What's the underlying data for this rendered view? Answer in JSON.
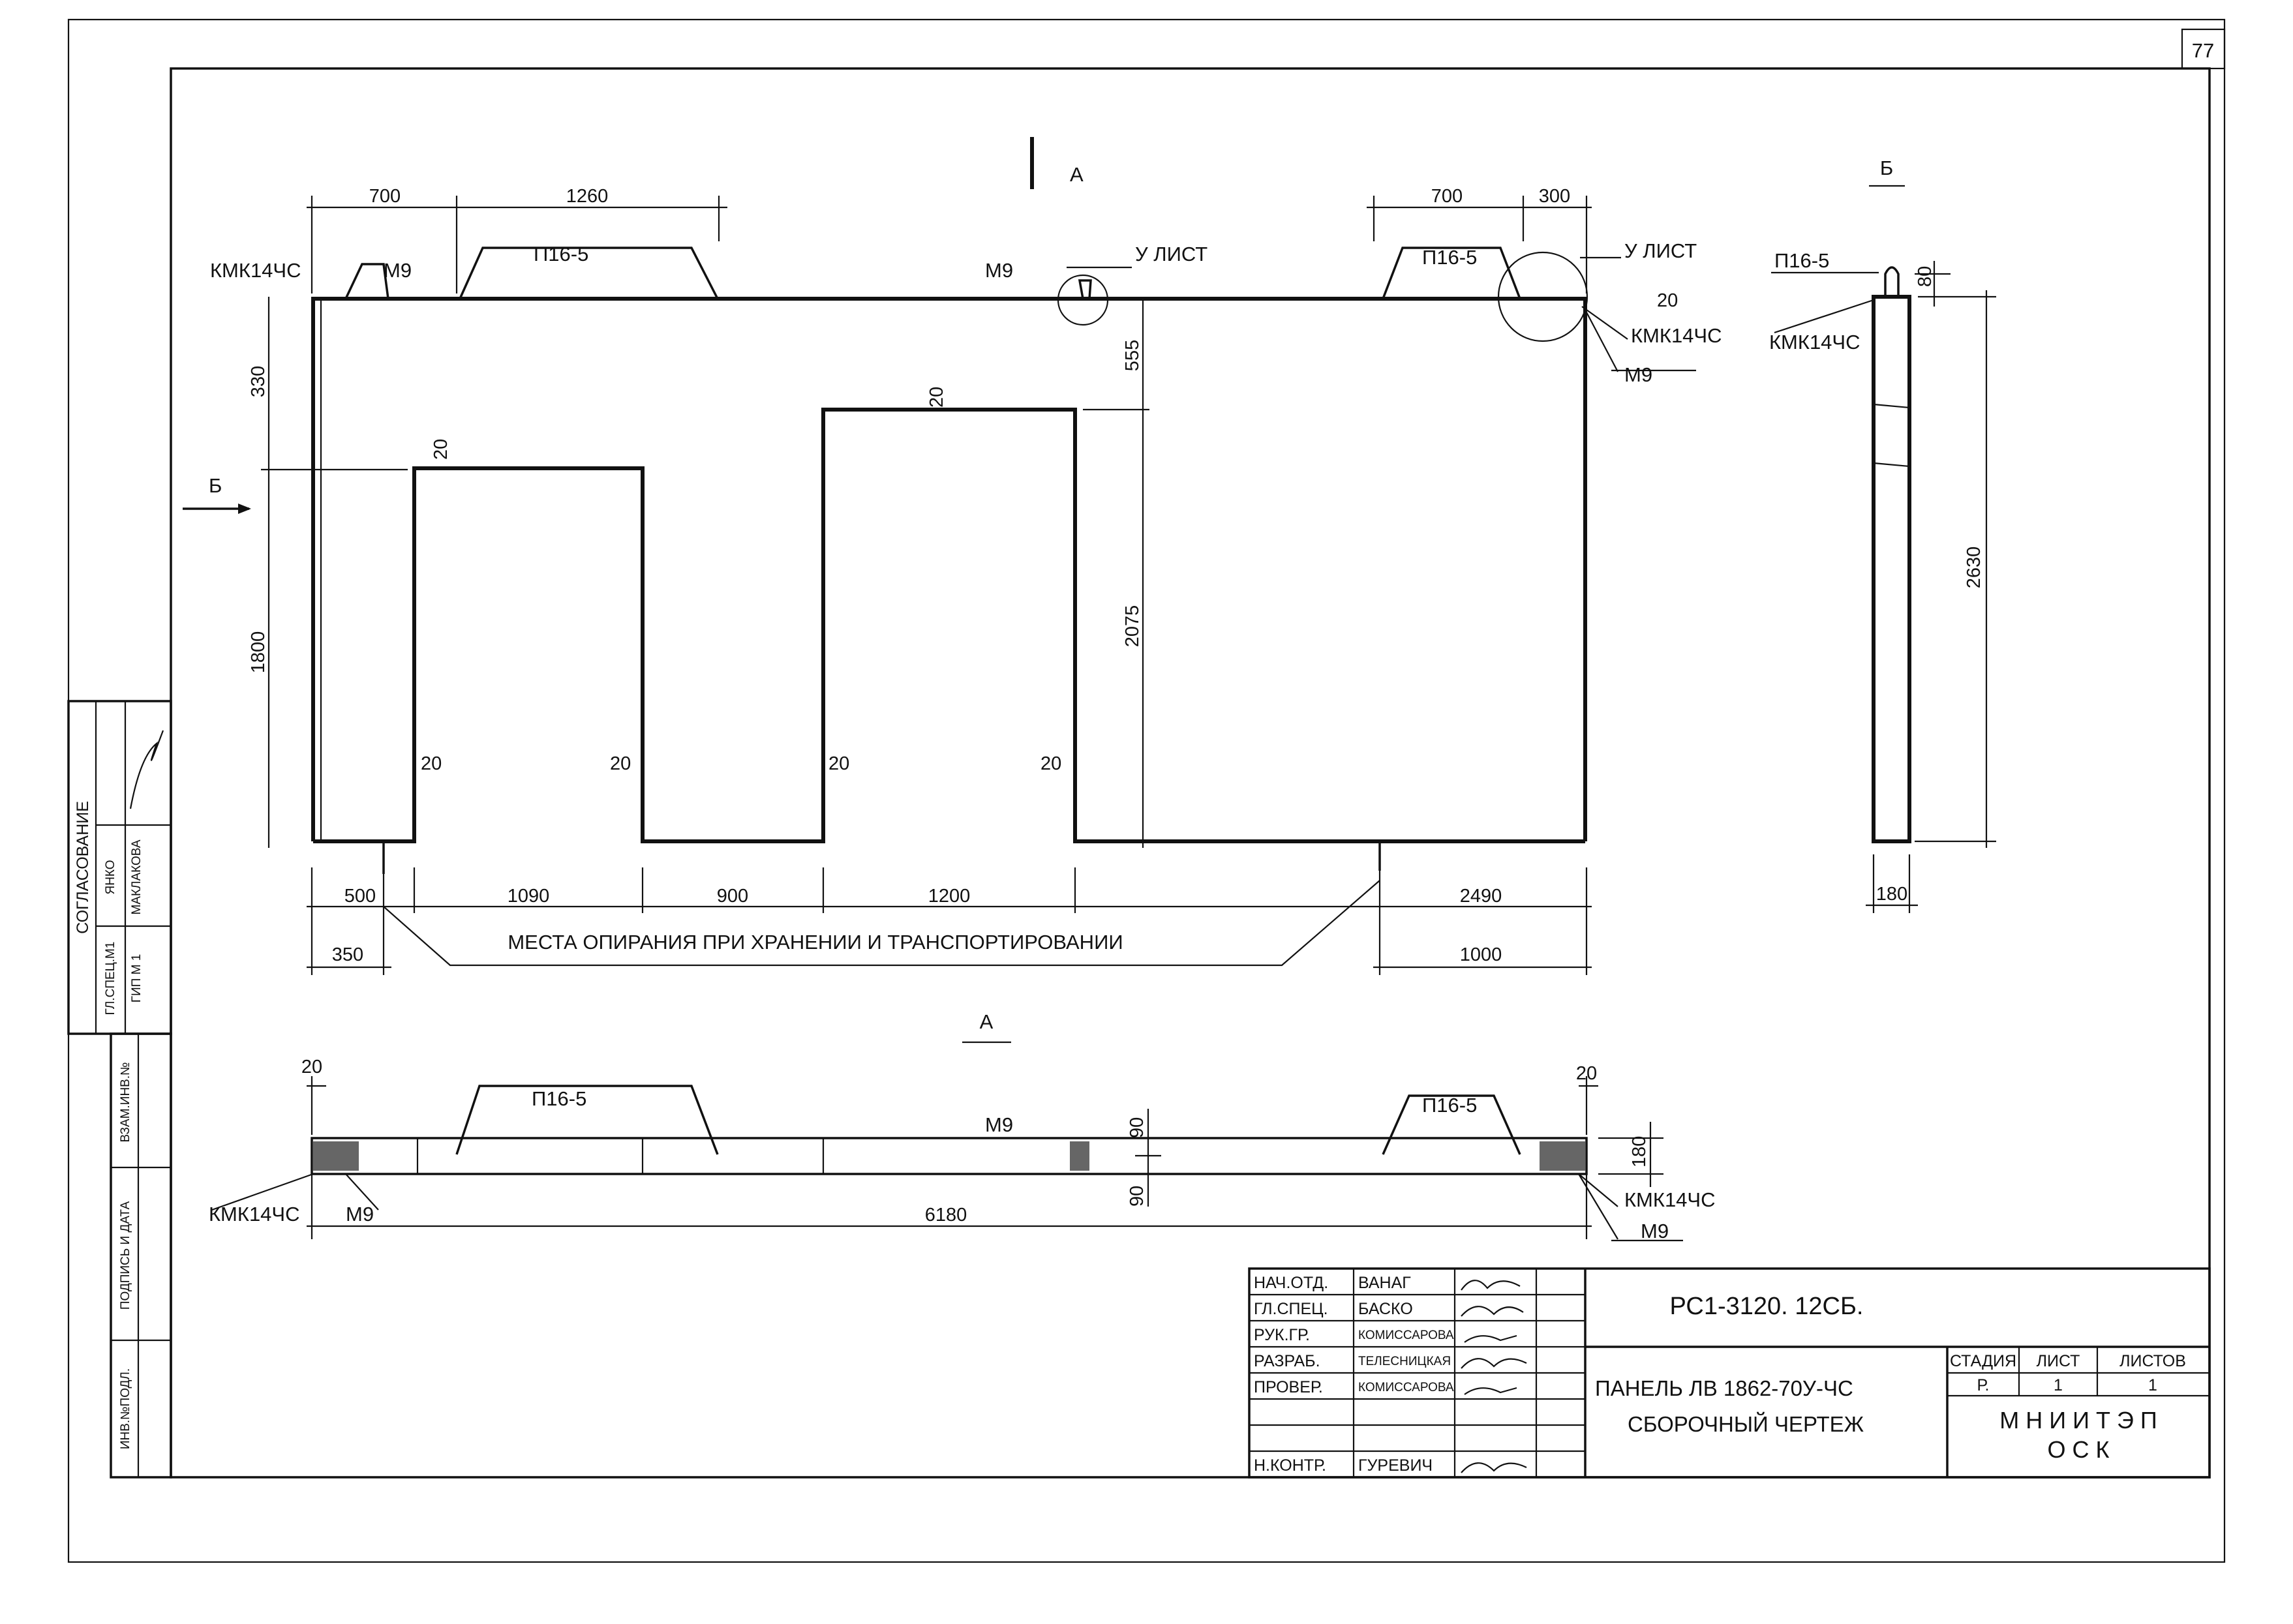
{
  "sheet_number": "77",
  "views": {
    "section_a_mark": "А",
    "section_b_mark": "Б",
    "section_a_title": "А",
    "section_b_title": "Б"
  },
  "labels": {
    "p16_5": "П16-5",
    "m9": "М9",
    "kmk": "КМК14ЧС",
    "u_list": "У ЛИСТ",
    "support_note": "МЕСТА ОПИРАНИЯ ПРИ ХРАНЕНИИ И ТРАНСПОРТИРОВАНИИ"
  },
  "dims": {
    "d700a": "700",
    "d1260": "1260",
    "d700b": "700",
    "d300": "300",
    "d330": "330",
    "d1800": "1800",
    "d555": "555",
    "d2075": "2075",
    "d20_1": "20",
    "d20_2": "20",
    "d20_3": "20",
    "d20_4": "20",
    "d20_5": "20",
    "d20_6": "20",
    "d20_7": "20",
    "d500": "500",
    "d1090": "1090",
    "d900": "900",
    "d1200": "1200",
    "d2490": "2490",
    "d350": "350",
    "d1000": "1000",
    "d80": "80",
    "d2630": "2630",
    "d180": "180",
    "p20a": "20",
    "p20b": "20",
    "p90a": "90",
    "p90b": "90",
    "p180": "180",
    "d6180": "6180"
  },
  "approval": {
    "title": "СОГЛАСОВАНИЕ",
    "r1_role": "ГЛ.СПЕЦ.М1",
    "r1_name": "ЯНКО",
    "r2_role": "ГИП М 1",
    "r2_name": "МАКЛАКОВА"
  },
  "side_stamp": {
    "s1": "ВЗАМ.ИНВ.№",
    "s2": "ПОДПИСЬ И ДАТА",
    "s3": "ИНВ.№ПОДЛ."
  },
  "title_block": {
    "doc_code": "РС1-3120. 12СБ.",
    "title_line1": "ПАНЕЛЬ ЛВ 1862-70У-ЧС",
    "title_line2": "СБОРОЧНЫЙ ЧЕРТЕЖ",
    "stage_h": "СТАДИЯ",
    "sheet_h": "ЛИСТ",
    "sheets_h": "ЛИСТОВ",
    "stage": "Р.",
    "sheet": "1",
    "sheets": "1",
    "org_line1": "М Н И И Т Э П",
    "org_line2": "О С К",
    "rows": [
      {
        "role": "НАЧ.ОТД.",
        "name": "ВАНАГ"
      },
      {
        "role": "ГЛ.СПЕЦ.",
        "name": "БАСКО"
      },
      {
        "role": "РУК.ГР.",
        "name": "КОМИССАРОВА"
      },
      {
        "role": "РАЗРАБ.",
        "name": "ТЕЛЕСНИЦКАЯ"
      },
      {
        "role": "ПРОВЕР.",
        "name": "КОМИССАРОВА"
      },
      {
        "role": "",
        "name": ""
      },
      {
        "role": "",
        "name": ""
      },
      {
        "role": "Н.КОНТР.",
        "name": "ГУРЕВИЧ"
      }
    ]
  }
}
